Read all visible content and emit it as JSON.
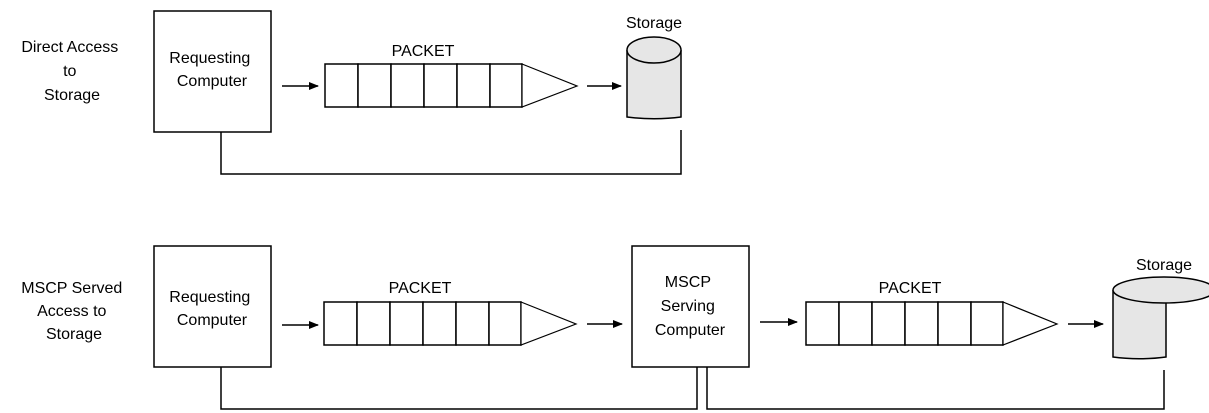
{
  "rows": [
    {
      "caption": [
        "Direct Access",
        "to",
        "Storage"
      ],
      "requester": [
        "Requesting",
        "Computer"
      ],
      "packet_label": "PACKET",
      "storage_label": "Storage"
    },
    {
      "caption": [
        "MSCP Served",
        "Access to",
        "Storage"
      ],
      "requester": [
        "Requesting",
        "Computer"
      ],
      "packet1_label": "PACKET",
      "server": [
        "MSCP",
        "Serving",
        "Computer"
      ],
      "packet2_label": "PACKET",
      "storage_label": "Storage"
    }
  ],
  "colors": {
    "line": "#000000",
    "disk_fill": "#e6e6e6"
  }
}
